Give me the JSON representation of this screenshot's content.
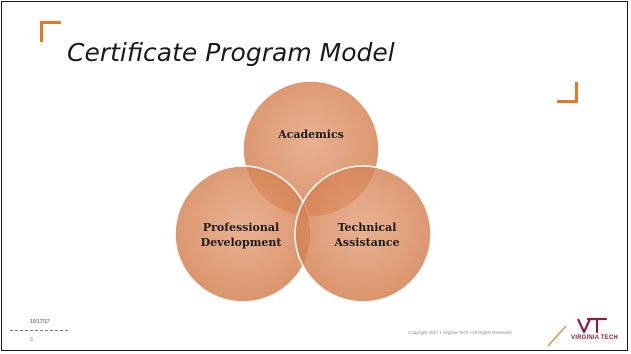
{
  "slide": {
    "title": "Certificate Program Model",
    "date": "10/17/17",
    "page_number": "3",
    "copyright": "Copyright 2017 • Virginia Tech • All Rights Reserved",
    "logo_text": "VIRGINIA TECH"
  },
  "venn": {
    "circles": [
      {
        "name": "academics",
        "lines": [
          "Academics"
        ]
      },
      {
        "name": "professional-development",
        "lines": [
          "Professional",
          "Development"
        ]
      },
      {
        "name": "technical-assistance",
        "lines": [
          "Technical",
          "Assistance"
        ]
      }
    ]
  },
  "colors": {
    "accent": "#e87722",
    "circle_fill": "#d98654",
    "brand_maroon": "#861f41"
  }
}
